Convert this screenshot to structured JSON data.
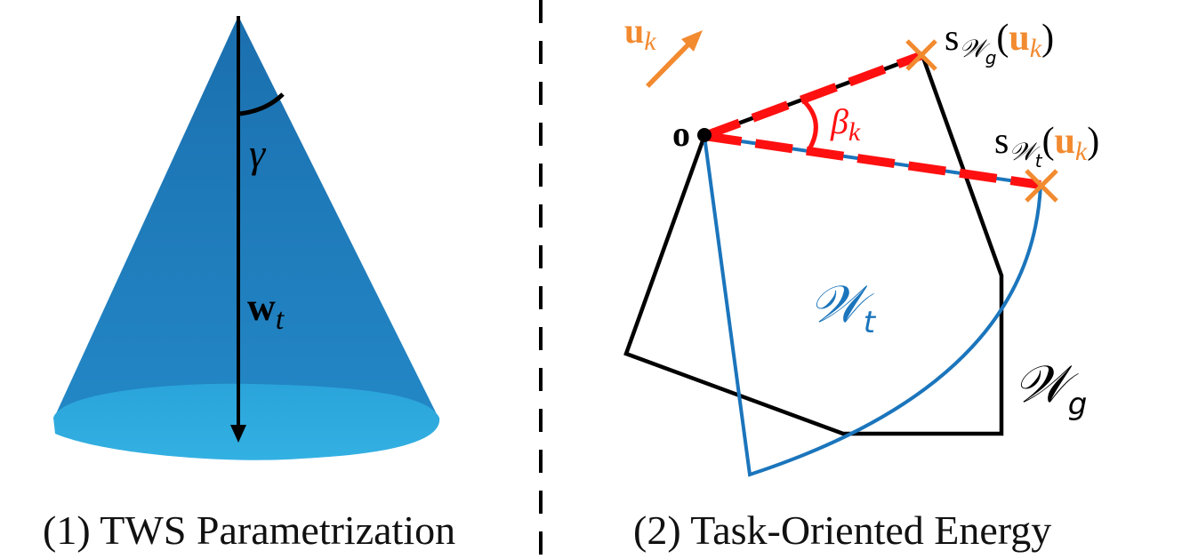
{
  "colors": {
    "cone_dark": "#1f78b4",
    "cone_light": "#2fa9dd",
    "accent_orange": "#f28a30",
    "accent_red": "#ff1010",
    "tws_blue": "#1b75bc",
    "outline_black": "#000000"
  },
  "left_panel": {
    "gamma_label": "γ",
    "vector_bold": "w",
    "vector_sub": "t",
    "caption": "(1) TWS Parametrization"
  },
  "right_panel": {
    "direction_bold": "u",
    "direction_sub": "k",
    "origin_label": "o",
    "angle_label": "β",
    "angle_sub": "k",
    "support_g_prefix": "s",
    "support_g_set": "𝒲",
    "support_g_sub": "g",
    "support_t_prefix": "s",
    "support_t_set": "𝒲",
    "support_t_sub": "t",
    "support_arg_open": "(",
    "support_arg_bold": "u",
    "support_arg_sub": "k",
    "support_arg_close": ")",
    "wt_set": "𝒲",
    "wt_sub": "t",
    "wg_set": "𝒲",
    "wg_sub": "g",
    "caption": "(2) Task-Oriented Energy"
  }
}
